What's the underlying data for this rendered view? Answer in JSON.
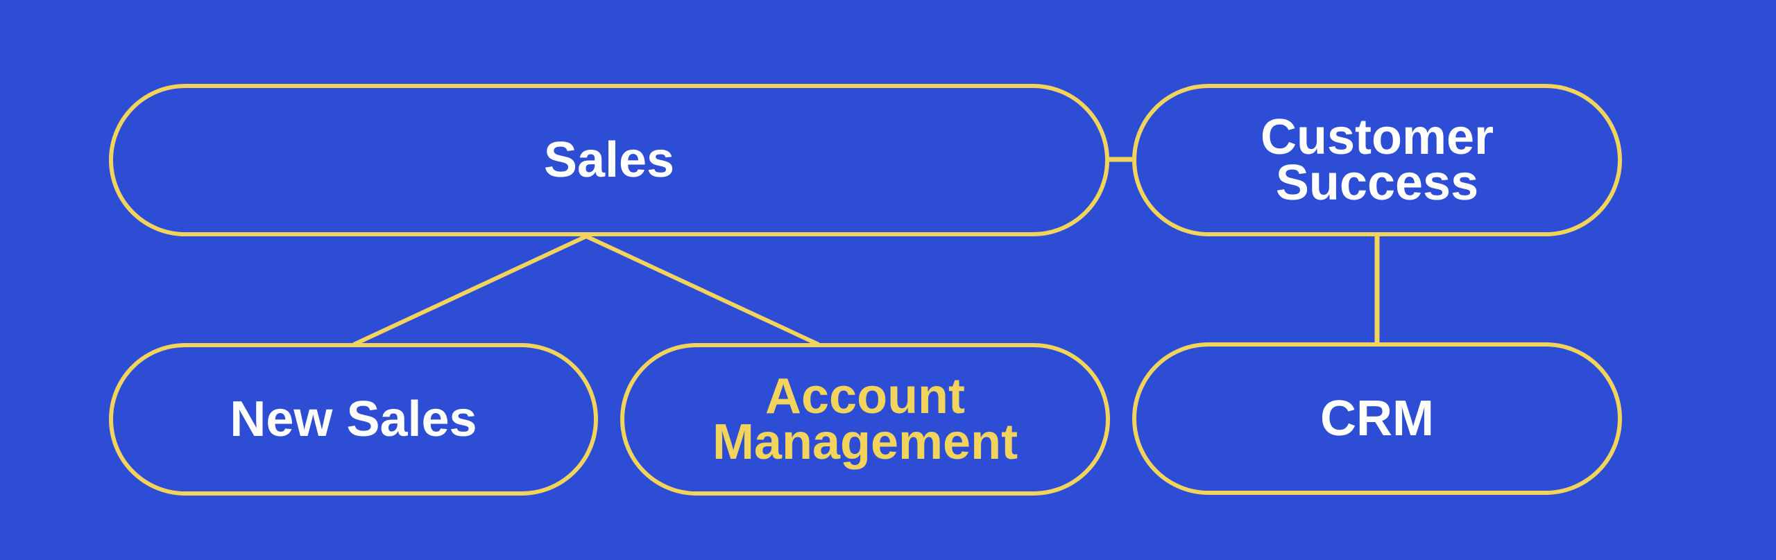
{
  "diagram": {
    "background_color": "#2c4dd4",
    "stroke_color": "#f2d45c",
    "nodes": {
      "sales": {
        "label": "Sales"
      },
      "customer_success": {
        "label": "Customer\nSuccess"
      },
      "new_sales": {
        "label": "New Sales"
      },
      "account_management": {
        "label": "Account\nManagement",
        "highlighted": true
      },
      "crm": {
        "label": "CRM"
      }
    },
    "edges": [
      {
        "from": "sales",
        "to": "customer_success"
      },
      {
        "from": "sales",
        "to": "new_sales"
      },
      {
        "from": "sales",
        "to": "account_management"
      },
      {
        "from": "customer_success",
        "to": "crm"
      }
    ]
  }
}
